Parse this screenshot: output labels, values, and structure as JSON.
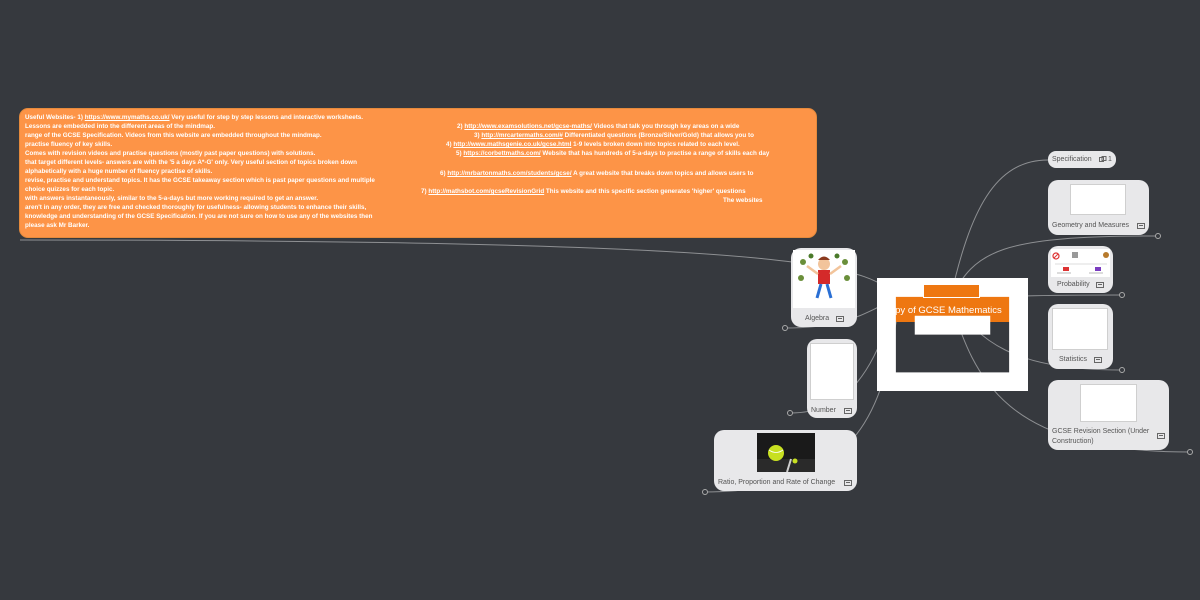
{
  "central": {
    "title": "Copy of GCSE Mathematics",
    "icon": "note-icon"
  },
  "right_nodes": {
    "specification": {
      "label": "Specification",
      "link_count": "1",
      "icon": "link-icon"
    },
    "geometry": {
      "label": "Geometry and Measures",
      "icon": "note-icon"
    },
    "probability": {
      "label": "Probability",
      "icon": "note-icon"
    },
    "statistics": {
      "label": "Statistics",
      "icon": "note-icon"
    },
    "gcse_revision": {
      "label": "GCSE Revision Section (Under Construction)",
      "icon": "note-icon"
    }
  },
  "left_nodes": {
    "algebra": {
      "label": "Algebra",
      "icon": "note-icon"
    },
    "number": {
      "label": "Number",
      "icon": "note-icon"
    },
    "ratio": {
      "label": "Ratio, Proportion and Rate of Change",
      "icon": "note-icon"
    }
  },
  "websites": {
    "left_col": {
      "l1_pre": "Useful Websites-      1) ",
      "l1_link": "https://www.mymaths.co.uk/",
      "l1_post": " Very useful for step by step lessons and interactive worksheets.",
      "l2": "Lessons are embedded into the different areas of the mindmap.",
      "l3": "range of the GCSE Specification. Videos from this website are embedded throughout the mindmap.",
      "l4": "practise fluency of key skills.",
      "l5": "Comes with revision videos and practise questions (mostly past paper questions) with solutions.",
      "l6": "that target different levels- answers are with the '5 a days A*-G' only. Very useful section of topics broken down",
      "l7": "alphabetically with a huge number of fluency practise of skills.",
      "l8": "revise, practise and understand topics. It has the GCSE takeaway section which is past paper questions and multiple",
      "l9": "choice quizzes for each topic.",
      "l10": "with answers instantaneously, similar to the 5-a-days but more working required to get an answer.",
      "l11": "aren't in any order, they are free and checked thoroughly for usefulness- allowing students to enhance their skills,",
      "l12": "knowledge and understanding of the GCSE Specification. If you are not sure on how to use any of the websites then",
      "l13": "please ask Mr Barker."
    },
    "right_col": {
      "r1_pre": "2) ",
      "r1_link": "http://www.examsolutions.net/gcse-maths/",
      "r1_post": " Videos that talk you through key areas on a wide",
      "r2_pre": "3) ",
      "r2_link": "http://mrcartermaths.com/#",
      "r2_post": " Differentiated questions (Bronze/Silver/Gold) that allows you to",
      "r3_pre": "4) ",
      "r3_link": "http://www.mathsgenie.co.uk/gcse.html",
      "r3_post": " 1-9 levels broken down into topics related to each level.",
      "r4_pre": "5) ",
      "r4_link": "https://corbettmaths.com/",
      "r4_post": " Website that has hundreds of 5-a-days to practise a range of skills each day",
      "r5_pre": "6) ",
      "r5_link": "http://mrbartonmaths.com/students/gcse/",
      "r5_post": " A great website that breaks down topics and allows users to",
      "r6_pre": "7) ",
      "r6_link": "http://mathsbot.com/gcseRevisionGrid",
      "r6_post": "  This website and this specific section generates 'higher' questions",
      "r7": "The websites"
    }
  },
  "colors": {
    "background": "#36393e",
    "central": "#ee7711",
    "websites_panel": "#fd9447",
    "node": "#e8e8ea",
    "connector": "#8e9093"
  }
}
